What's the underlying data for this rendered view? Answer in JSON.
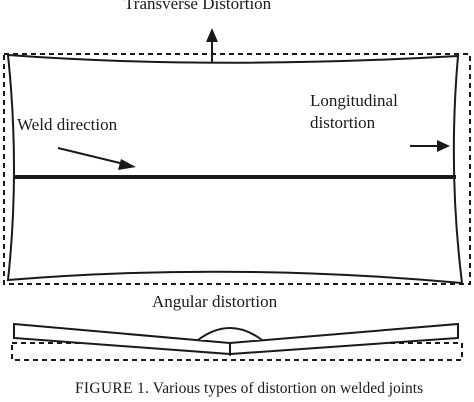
{
  "diagram": {
    "transverse_label": "Transverse Distortion",
    "weld_direction_label": "Weld direction",
    "longitudinal_label_line1": "Longitudinal",
    "longitudinal_label_line2": "distortion",
    "angular_label": "Angular distortion"
  },
  "caption": {
    "figure_word": "FIGURE 1.",
    "text": " Various types of distortion on welded joints"
  },
  "colors": {
    "ink": "#1a1a1a",
    "background": "#ffffff"
  }
}
